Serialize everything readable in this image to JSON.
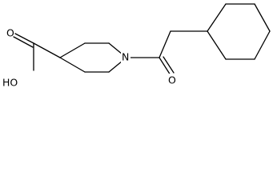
{
  "molecule": {
    "atom_labels": {
      "carboxyl_hydroxyl": "HO",
      "carboxyl_carbonyl_oxygen": "O",
      "piperidine_nitrogen": "N",
      "amide_carbonyl_oxygen": "O"
    },
    "rings": [
      "piperidine",
      "cyclohexane"
    ],
    "groups": [
      "carboxylic-acid",
      "amide-carbonyl",
      "methylene-linker"
    ]
  }
}
